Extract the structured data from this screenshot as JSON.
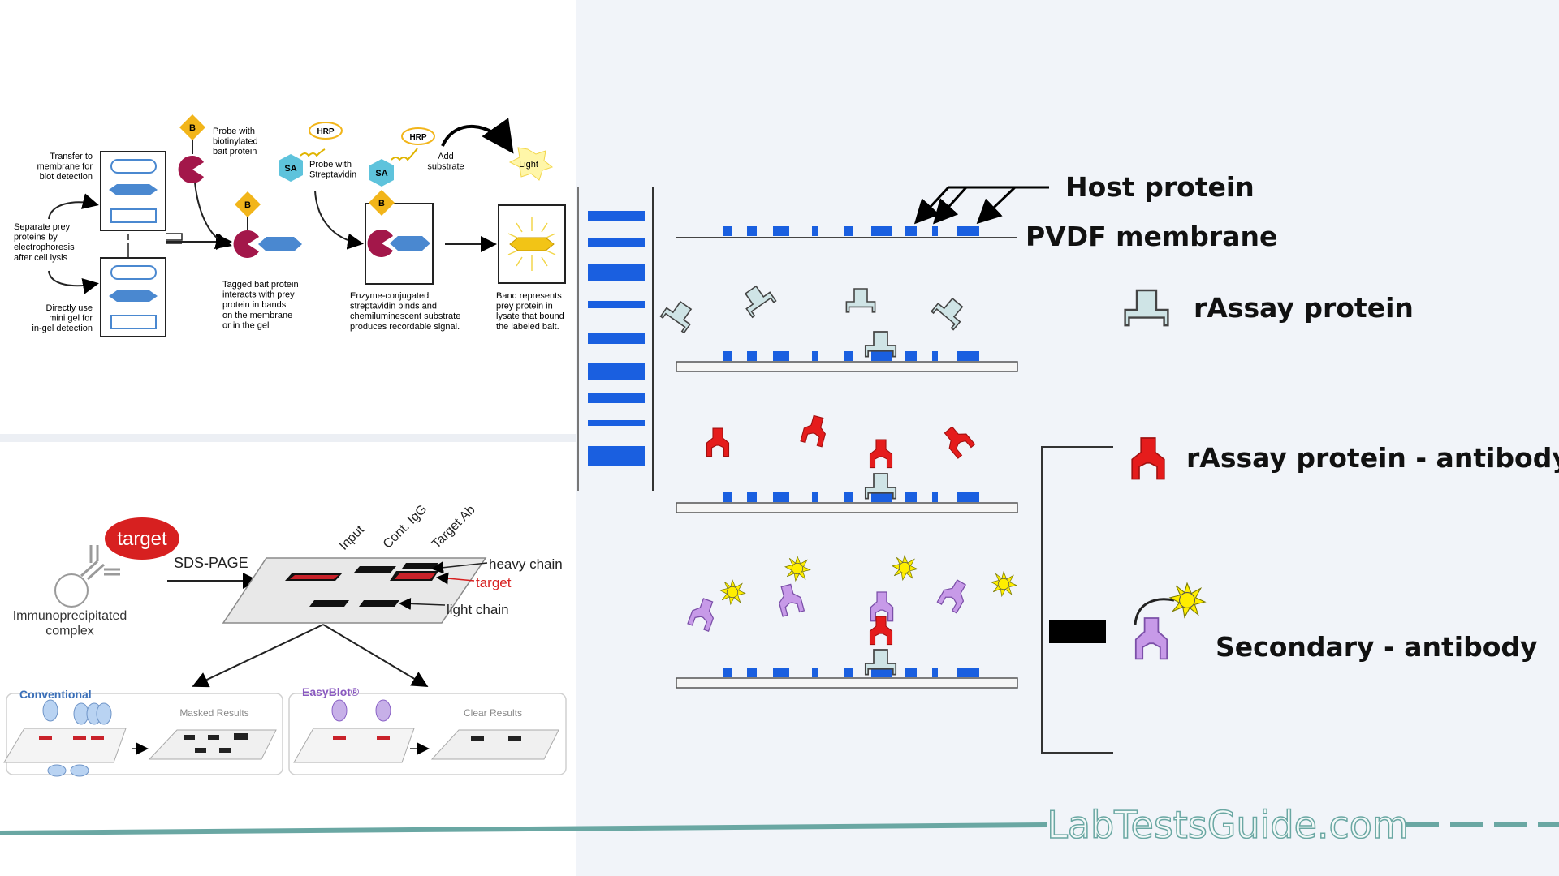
{
  "blot": {
    "transfer": "Transfer to\nmembrane for\nblot detection",
    "separate": "Separate prey\nproteins by\nelectrophoresis\nafter cell lysis",
    "direct": "Directly use\nmini gel for\nin-gel detection",
    "probe_bait": "Probe with\nbiotinylated\nbait protein",
    "probe_sa": "Probe with\nStreptavidin",
    "add_substrate": "Add\nsubstrate",
    "light": "Light",
    "tagged": "Tagged bait protein\ninteracts with prey\nprotein in bands\non the membrane\nor in the gel",
    "enzyme": "Enzyme-conjugated\nstreptavidin binds and\nchemiluminescent substrate\nproduces recordable signal.",
    "band": "Band represents\nprey protein in\nlysate that bound\nthe labeled bait.",
    "b": "B",
    "sa": "SA",
    "hrp": "HRP"
  },
  "ip": {
    "target_badge": "target",
    "sds": "SDS-PAGE",
    "complex": "Immunoprecipitated\ncomplex",
    "lanes": [
      "Input",
      "Cont. IgG",
      "Target Ab"
    ],
    "heavy": "heavy chain",
    "target": "target",
    "light": "light chain",
    "conventional": "Conventional",
    "easyblot": "EasyBlot®",
    "masked": "Masked Results",
    "clear": "Clear Results"
  },
  "legend": {
    "host": "Host protein",
    "pvdf": "PVDF membrane",
    "rassay": "rAssay protein",
    "rassay_ab": "rAssay protein - antibody",
    "secondary": "Secondary - antibody"
  },
  "watermark": "LabTestsGuide.com",
  "colors": {
    "band_blue": "#1a5fe0",
    "antibody_red": "#e51c1c",
    "secondary_purple": "#c79ae8",
    "sun_yellow": "#ffee00",
    "rassay_fill": "#cfe4e6",
    "bait_magenta": "#a3174a",
    "biotin_orange": "#f2b51a",
    "sa_cyan": "#5ec3dc",
    "prey_blue": "#4a88d0",
    "target_red": "#d72020",
    "watermark_teal": "#6aa7a3"
  }
}
